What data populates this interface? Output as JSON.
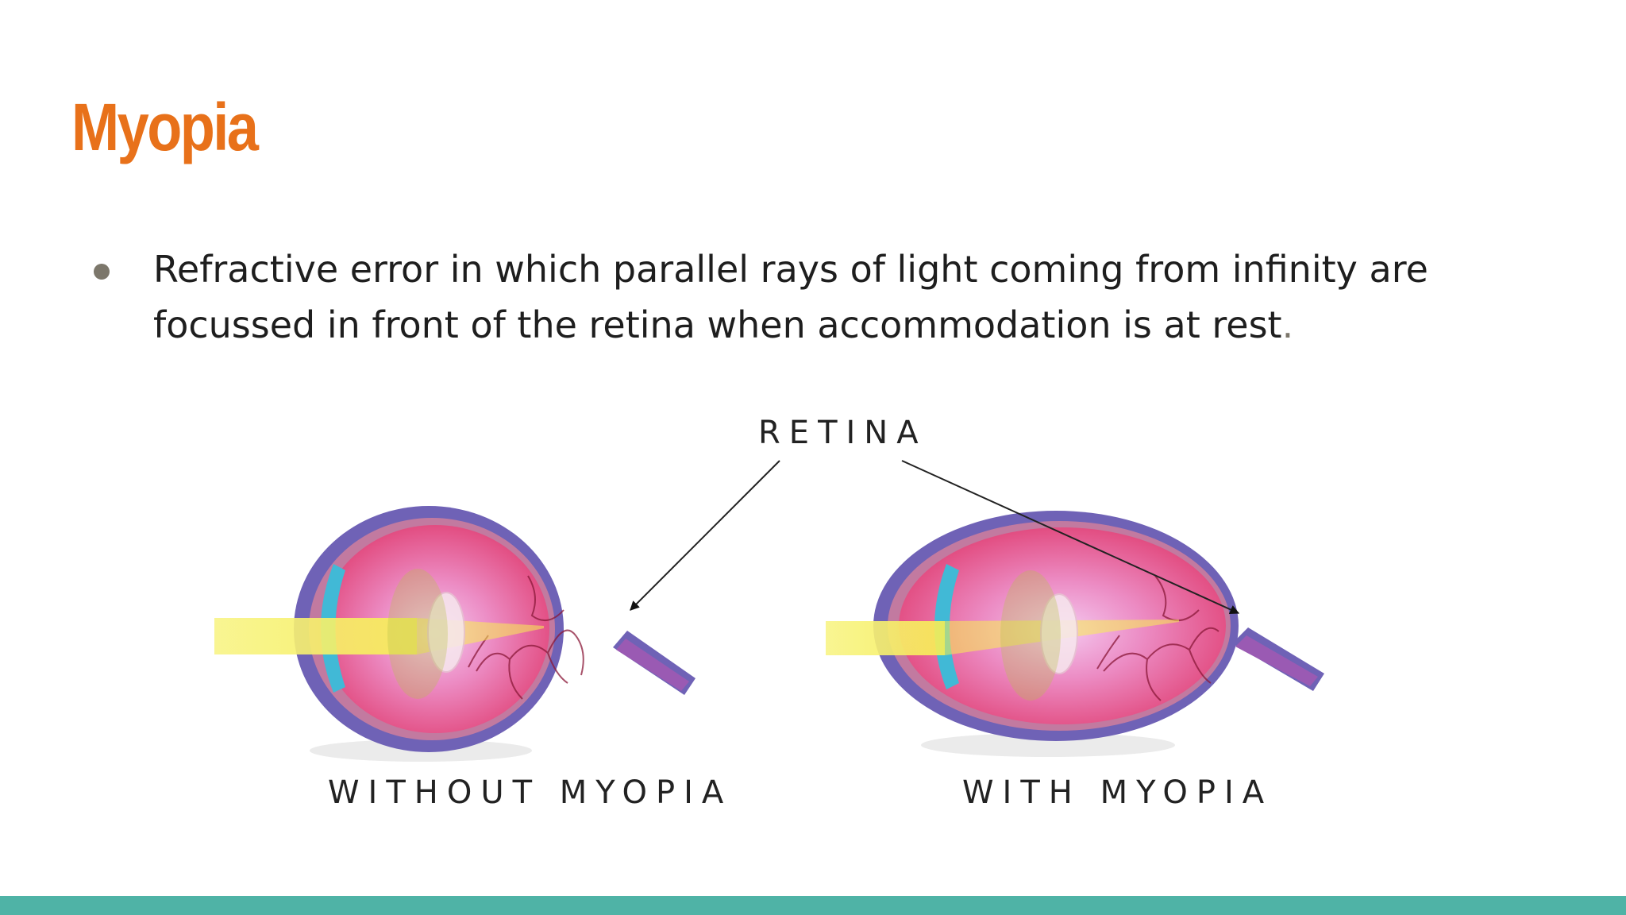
{
  "slide": {
    "title": "Myopia",
    "bullet": {
      "text": "Refractive error in which parallel rays of light coming from infinity are focussed in front of the retina when accommodation is at rest",
      "end_mark": "."
    },
    "figure": {
      "label_retina": "RETINA",
      "label_without": "WITHOUT MYOPIA",
      "label_with": "WITH MYOPIA"
    }
  },
  "colors": {
    "title": "#e8711a",
    "bullet": "#7c776b",
    "accent_bar": "#4fb3a6",
    "light_ray": "#f5f27a",
    "eye_outer": "#6f62b6",
    "eye_inner": "#e04a78",
    "cornea": "#41b9d6"
  }
}
